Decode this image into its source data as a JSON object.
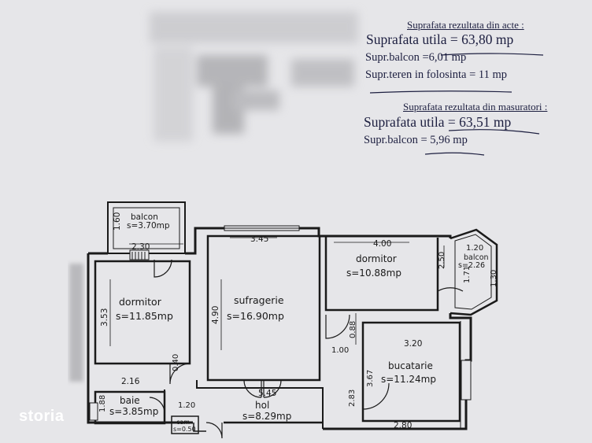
{
  "notes": {
    "acte_heading": "Suprafata rezultata din acte :",
    "acte_utila": "Suprafata utila = 63,80 mp",
    "acte_balcon": "Supr.balcon =6,01 mp",
    "acte_teren": "Supr.teren in folosinta = 11 mp",
    "mas_heading": "Suprafata rezultata din masuratori :",
    "mas_utila": "Suprafata utila = 63,51 mp",
    "mas_balcon": "Supr.balcon = 5,96 mp"
  },
  "rooms": {
    "balcon1_name": "balcon",
    "balcon1_area": "s=3.70mp",
    "dorm1_name": "dormitor",
    "dorm1_area": "s=11.85mp",
    "sufr_name": "sufragerie",
    "sufr_area": "s=16.90mp",
    "dorm2_name": "dormitor",
    "dorm2_area": "s=10.88mp",
    "balcon2_name": "balcon",
    "balcon2_area": "s=2.26",
    "buc_name": "bucatarie",
    "buc_area": "s=11.24mp",
    "baie_name": "baie",
    "baie_area": "s=3.85mp",
    "hol_name": "hol",
    "hol_area": "s=8.29mp",
    "cam_name": "cam",
    "cam_area": "s=0.50"
  },
  "dims": {
    "d160": "1.60",
    "d230": "2.30",
    "d345": "3.45",
    "d400": "4.00",
    "d120a": "1.20",
    "d250": "2.50",
    "d171": "1.71",
    "d130": "1.30",
    "d353": "3.53",
    "d490": "4.90",
    "d088": "0.88",
    "d100": "1.00",
    "d320": "3.20",
    "d040": "0.40",
    "d367": "3.67",
    "d216": "2.16",
    "d545": "5.45",
    "d188": "1.88",
    "d120b": "1.20",
    "d283": "2.83",
    "d280": "2.80"
  },
  "brand": {
    "name": "storia"
  },
  "colors": {
    "paper": "#e6e6e9",
    "ink": "#1d1f40",
    "wall": "#1a1a1a",
    "brand": "#ffffff"
  }
}
